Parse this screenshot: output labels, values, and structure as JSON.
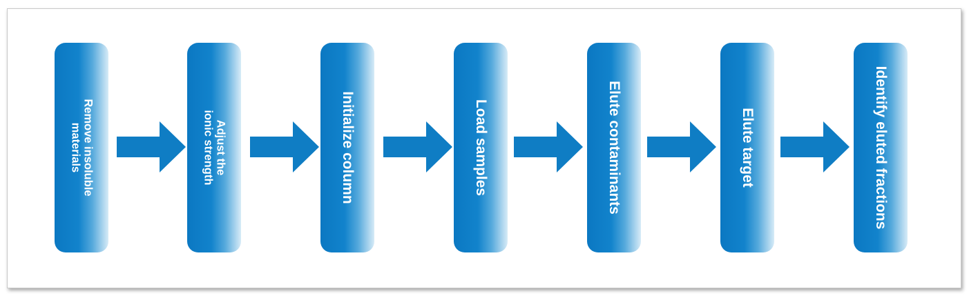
{
  "steps": [
    {
      "label": "Remove insoluble\nmaterials"
    },
    {
      "label": "Adjust the\nionic strength"
    },
    {
      "label": "Initialize column"
    },
    {
      "label": "Load samples"
    },
    {
      "label": "Elute contaminants"
    },
    {
      "label": "Elute target"
    },
    {
      "label": "Identify eluted fractions"
    }
  ],
  "colors": {
    "step_fill": "#1283cc",
    "arrow_fill": "#0f7dc4",
    "text": "#ffffff"
  }
}
